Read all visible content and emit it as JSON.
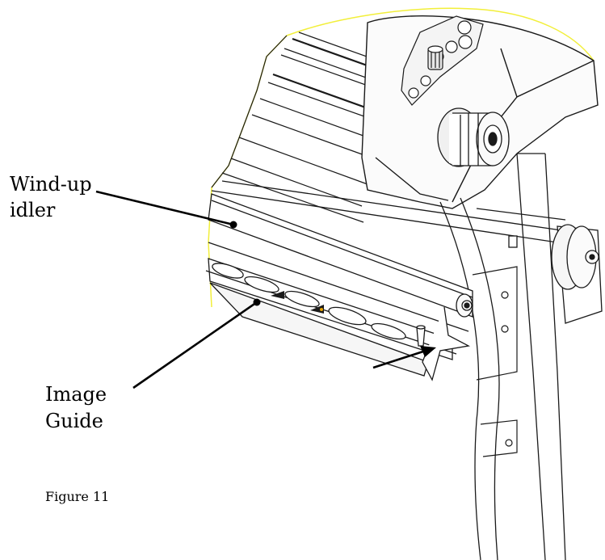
{
  "callouts": {
    "windup_idler": {
      "line1": "Wind-up",
      "line2": "idler"
    },
    "image_guide": {
      "line1": "Image",
      "line2": "Guide"
    }
  },
  "caption": "Figure 11",
  "colors": {
    "outline_highlight": "#f2ef3a",
    "edge_accent": "#e8a400",
    "line": "#1a1a1a",
    "panel": "#f4f4f4"
  }
}
